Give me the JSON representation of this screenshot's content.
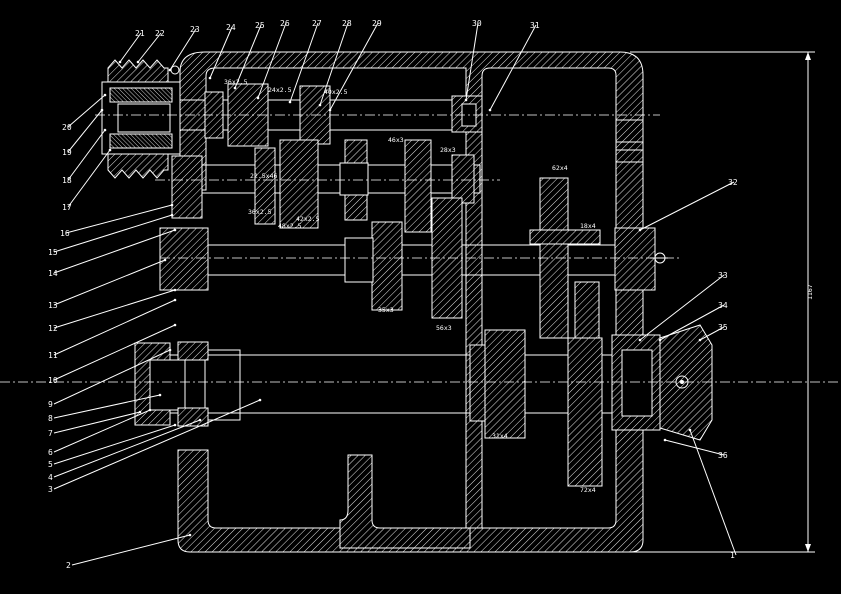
{
  "part_labels": [
    "1",
    "2",
    "3",
    "4",
    "5",
    "6",
    "7",
    "8",
    "9",
    "10",
    "11",
    "12",
    "13",
    "14",
    "15",
    "16",
    "17",
    "18",
    "19",
    "20",
    "21",
    "22",
    "23",
    "24",
    "25",
    "26",
    "27",
    "28",
    "29",
    "30",
    "31",
    "32",
    "33",
    "34",
    "35",
    "36"
  ],
  "dimensions": [
    "36x2.5",
    "24x2.5",
    "40x2.5",
    "46x3",
    "28x3",
    "22.5x46",
    "36x2.5",
    "48x2.5",
    "42x2.5",
    "62x4",
    "18x4",
    "35x3",
    "56x3",
    "31x4",
    "72x4",
    "1167"
  ]
}
